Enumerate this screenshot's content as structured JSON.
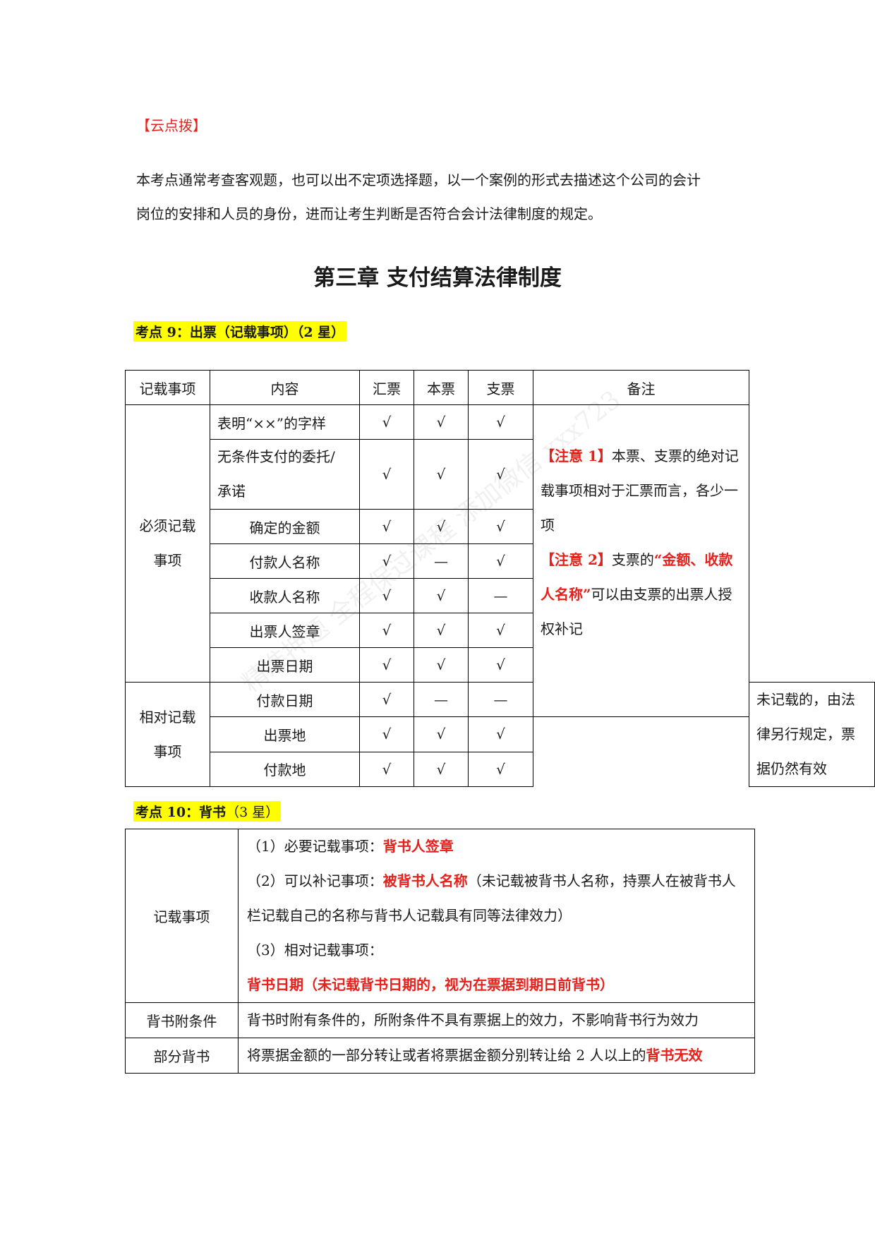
{
  "tip_heading": "【云点拨】",
  "intro": {
    "line1": "本考点通常考查客观题，也可以出不定项选择题，以一个案例的形式去描述这个公司的会计",
    "line2": "岗位的安排和人员的身份，进而让考生判断是否符合会计法律制度的规定。"
  },
  "chapter_title": "第三章 支付结算法律制度",
  "section9_title": "考点 9：出票（记载事项）（2 星）",
  "table9": {
    "headers": [
      "记载事项",
      "内容",
      "汇票",
      "本票",
      "支票",
      "备注"
    ],
    "group_required": [
      "必须记载",
      "事项"
    ],
    "group_relative": [
      "相对记载",
      "事项"
    ],
    "required_rows": [
      {
        "content": "表明“××”的字样",
        "huipiao": "√",
        "benpiao": "√",
        "zhipiao": "√"
      },
      {
        "content_line1": "无条件支付的委托/",
        "content_line2": "承诺",
        "huipiao": "√",
        "benpiao": "√",
        "zhipiao": "√"
      },
      {
        "content": "确定的金额",
        "huipiao": "√",
        "benpiao": "√",
        "zhipiao": "√"
      },
      {
        "content": "付款人名称",
        "huipiao": "√",
        "benpiao": "—",
        "zhipiao": "√"
      },
      {
        "content": "收款人名称",
        "huipiao": "√",
        "benpiao": "√",
        "zhipiao": "—"
      },
      {
        "content": "出票人签章",
        "huipiao": "√",
        "benpiao": "√",
        "zhipiao": "√"
      },
      {
        "content": "出票日期",
        "huipiao": "√",
        "benpiao": "√",
        "zhipiao": "√"
      }
    ],
    "relative_rows": [
      {
        "content": "付款日期",
        "huipiao": "√",
        "benpiao": "—",
        "zhipiao": "—"
      },
      {
        "content": "出票地",
        "huipiao": "√",
        "benpiao": "√",
        "zhipiao": "√"
      },
      {
        "content": "付款地",
        "huipiao": "√",
        "benpiao": "√",
        "zhipiao": "√"
      }
    ],
    "note_required": {
      "note1_tag": "【注意 1】",
      "note1_text": "本票、支票的绝对记载事项相对于汇票而言，各少一项",
      "note2_tag": "【注意 2】",
      "note2_pre": "支票的",
      "note2_red": "“金额、收款人名称”",
      "note2_post": "可以由支票的出票人授权补记"
    },
    "note_relative": "未记载的，由法律另行规定，票据仍然有效"
  },
  "section10_title_bold": "考点 10：背书",
  "section10_title_rest": "（3 星）",
  "table10": {
    "row1_label": "记载事项",
    "item1_pre": "（1）必要记载事项：",
    "item1_red": "背书人签章",
    "item2_pre": "（2）可以补记事项：",
    "item2_red": "被背书人名称",
    "item2_post": "（未记载被背书人名称，持票人在被背书人栏记载自己的名称与背书人记载具有同等法律效力）",
    "item3_pre": "（3）相对记载事项：",
    "item3_red": "背书日期（未记载背书日期的，视为在票据到期日前背书）",
    "row2_label": "背书附条件",
    "row2_text": "背书时附有条件的，所附条件不具有票据上的效力，不影响背书行为效力",
    "row3_label": "部分背书",
    "row3_pre": "将票据金额的一部分转让或者将票据金额分别转让给 2 人以上的",
    "row3_red": "背书无效"
  },
  "watermark": "精准押题 全程保过课程 添加微信 xxx723"
}
